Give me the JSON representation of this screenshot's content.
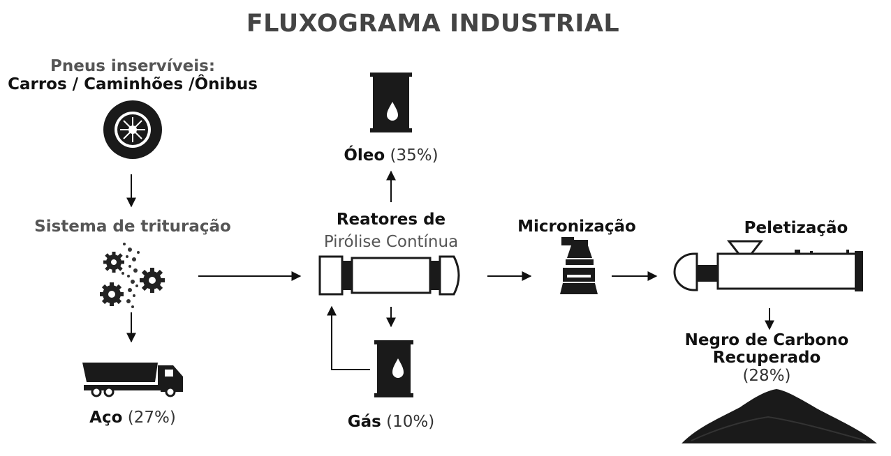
{
  "title": "FLUXOGRAMA INDUSTRIAL",
  "nodes": {
    "pneus": {
      "line1": "Pneus inservíveis:",
      "line2": "Carros / Caminhões /Ônibus"
    },
    "trituracao": {
      "label": "Sistema de trituração"
    },
    "aco": {
      "name": "Aço",
      "pct": "(27%)"
    },
    "reatores": {
      "line1": "Reatores de",
      "line2": "Pirólise Contínua"
    },
    "oleo": {
      "name": "Óleo",
      "pct": "(35%)"
    },
    "gas": {
      "name": "Gás",
      "pct": "(10%)"
    },
    "micronizacao": {
      "label": "Micronização"
    },
    "peletizacao": {
      "label": "Peletização"
    },
    "negro": {
      "line1": "Negro de Carbono",
      "line2": "Recuperado",
      "pct": "(28%)"
    }
  },
  "icons": [
    "tire-icon",
    "gears-icon",
    "dump-truck-icon",
    "oil-barrel-icon",
    "gas-barrel-icon",
    "reactor-icon",
    "micronizer-icon",
    "pelletizer-icon",
    "carbon-pile-icon"
  ]
}
